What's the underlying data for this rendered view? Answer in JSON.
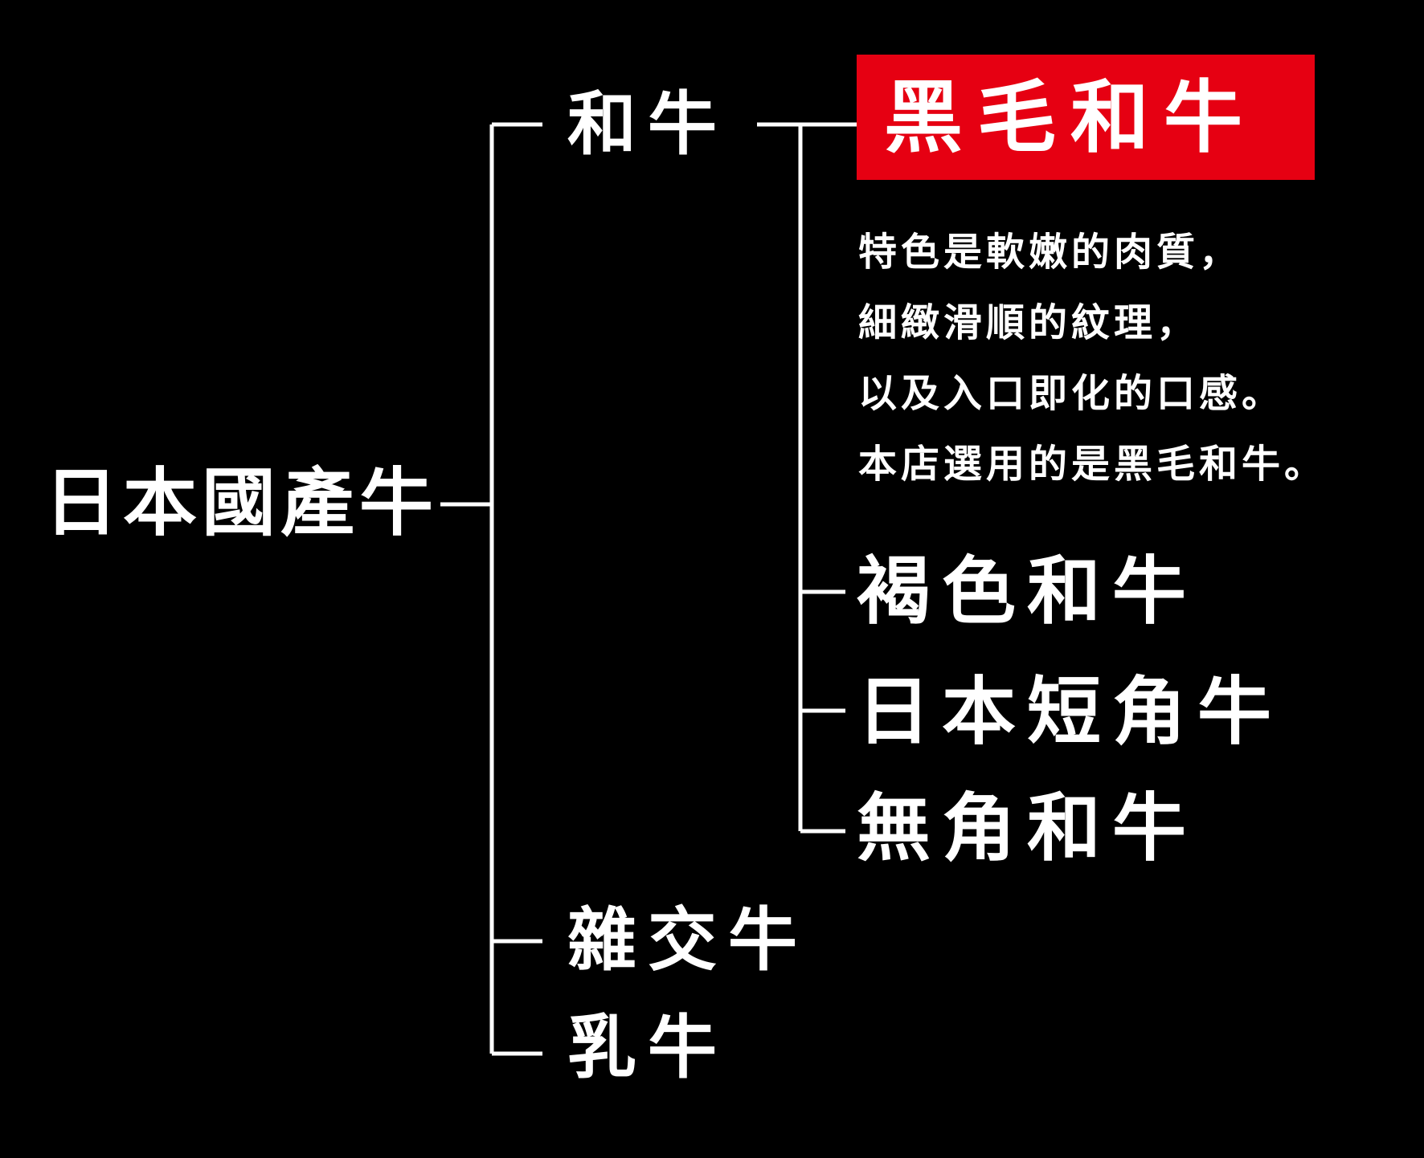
{
  "root": {
    "label": "日本國產牛"
  },
  "branches": {
    "wagyu": {
      "label": "和牛"
    },
    "crossbreed": {
      "label": "雜交牛"
    },
    "dairy": {
      "label": "乳牛"
    }
  },
  "wagyu_types": {
    "highlight": {
      "label": "黑毛和牛",
      "bg_color": "#e60012"
    },
    "description": [
      "特色是軟嫩的肉質，",
      "細緻滑順的紋理，",
      "以及入口即化的口感。",
      "本店選用的是黑毛和牛。"
    ],
    "others": [
      {
        "label": "褐色和牛"
      },
      {
        "label": "日本短角牛"
      },
      {
        "label": "無角和牛"
      }
    ]
  },
  "colors": {
    "background": "#000000",
    "text": "#ffffff",
    "line": "#ffffff",
    "accent": "#e60012"
  }
}
